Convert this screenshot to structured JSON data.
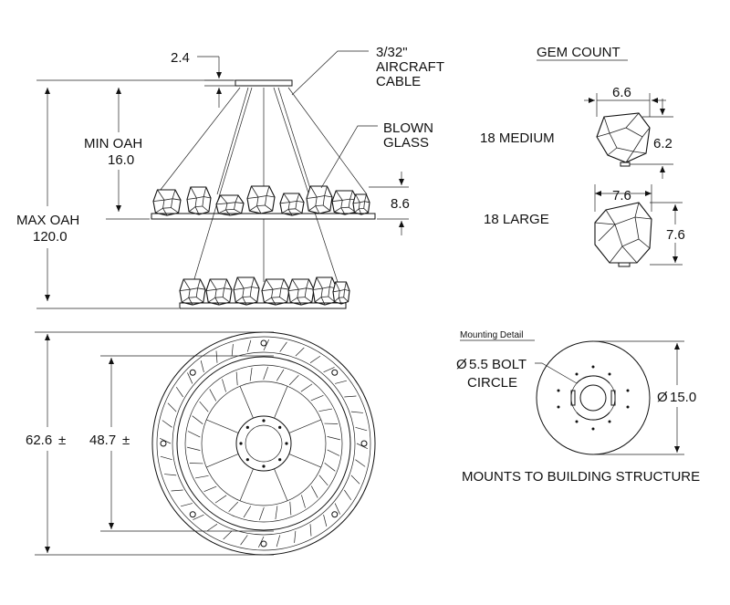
{
  "side_view": {
    "cable_gap": "2.4",
    "cable_label_line1": "3/32\"",
    "cable_label_line2": "AIRCRAFT",
    "cable_label_line3": "CABLE",
    "glass_label_line1": "BLOWN",
    "glass_label_line2": "GLASS",
    "min_oah_label": "MIN OAH",
    "min_oah_value": "16.0",
    "max_oah_label": "MAX OAH",
    "max_oah_value": "120.0",
    "ring_height": "8.6"
  },
  "gem_count": {
    "title": "GEM COUNT",
    "medium_label": "18 MEDIUM",
    "medium_width": "6.6",
    "medium_height": "6.2",
    "large_label": "18 LARGE",
    "large_width": "7.6",
    "large_height": "7.6"
  },
  "plan_view": {
    "outer_diameter": "62.6",
    "inner_diameter": "48.7",
    "plus_minus": "±"
  },
  "mounting": {
    "title": "Mounting Detail",
    "bolt_label_line1": "5.5 BOLT",
    "bolt_label_line2": "CIRCLE",
    "diameter_symbol": "Ø",
    "canopy_diameter": "15.0",
    "note": "MOUNTS TO BUILDING STRUCTURE"
  }
}
